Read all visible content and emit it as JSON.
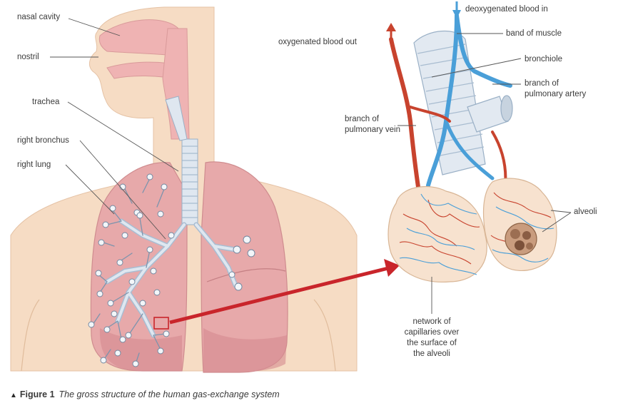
{
  "labels": {
    "nasal_cavity": "nasal cavity",
    "nostril": "nostril",
    "trachea": "trachea",
    "right_bronchus": "right bronchus",
    "right_lung": "right lung",
    "oxygenated_blood_out": "oxygenated blood out",
    "deoxygenated_blood_in": "deoxygenated blood in",
    "band_of_muscle": "band of muscle",
    "bronchiole": "bronchiole",
    "branch_pulmonary_artery_1": "branch of",
    "branch_pulmonary_artery_2": "pulmonary artery",
    "branch_pulmonary_vein_1": "branch of",
    "branch_pulmonary_vein_2": "pulmonary vein",
    "alveoli": "alveoli",
    "capillaries_1": "network of",
    "capillaries_2": "capillaries over",
    "capillaries_3": "the surface of",
    "capillaries_4": "the alveoli"
  },
  "caption": {
    "figure": "Figure 1",
    "text": "The gross structure of the human gas-exchange system"
  },
  "colors": {
    "skin": "#f6dcc4",
    "lung": "#e7a9aa",
    "lung_dark": "#d58b8f",
    "airway": "#dfe7f0",
    "artery": "#4a9fd8",
    "vein": "#c8432e",
    "pointer": "#c9252b"
  }
}
